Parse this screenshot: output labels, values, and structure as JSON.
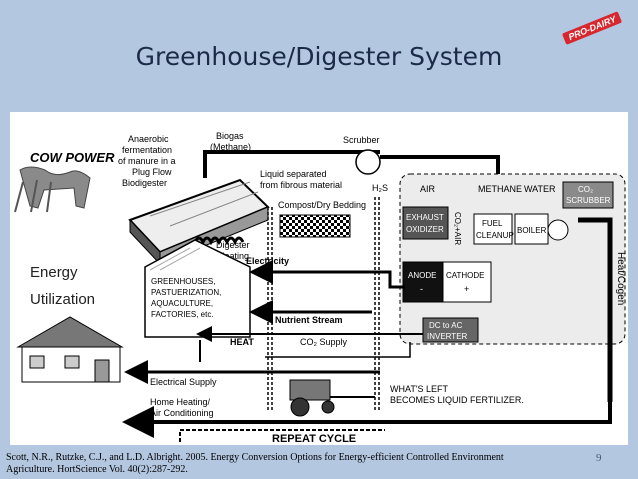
{
  "slide": {
    "title": "Greenhouse/Digester System",
    "logo_text": "PRO-DAIRY",
    "citation_line1": "Scott, N.R., Rutzke, C.J., and L.D. Albright. 2005. Energy Conversion Options for Energy-efficient Controlled Environment",
    "citation_line2": "Agriculture. HortScience Vol. 40(2):287-292.",
    "page_number": "9"
  },
  "diagram": {
    "cow_power": "COW POWER",
    "anaerobic_1": "Anaerobic",
    "anaerobic_2": "fermentation",
    "anaerobic_3": "of manure in a",
    "anaerobic_4": "Plug Flow",
    "anaerobic_5": "Biodigester",
    "biogas_1": "Biogas",
    "biogas_2": "(Methane)",
    "scrubber": "Scrubber",
    "liquid_1": "Liquid separated",
    "liquid_2": "from fibrous material",
    "h2s": "H₂S",
    "compost": "Compost/Dry Bedding",
    "digester_heating_1": "Digester",
    "digester_heating_2": "Heating",
    "air": "AIR",
    "methane": "METHANE",
    "water": "WATER",
    "co2_scrubber_1": "CO₂",
    "co2_scrubber_2": "SCRUBBER",
    "exhaust_1": "EXHAUST",
    "exhaust_2": "OXIDIZER",
    "co2_air": "CO₂+AIR",
    "fuel_1": "FUEL",
    "fuel_2": "CLEANUP",
    "boiler": "BOILER",
    "anode": "ANODE",
    "anode_sign": "-",
    "cathode": "CATHODE",
    "cathode_sign": "+",
    "dc_ac_1": "DC to AC",
    "dc_ac_2": "INVERTER",
    "heat_cogen": "Heat/Cogen",
    "energy_1": "Energy",
    "energy_2": "Utilization",
    "electricity": "Electricity",
    "gh_1": "GREENHOUSES,",
    "gh_2": "PASTUERIZATION,",
    "gh_3": "AQUACULTURE,",
    "gh_4": "FACTORIES, etc.",
    "heat": "HEAT",
    "nutrient_stream": "Nutrient Stream",
    "co2_supply": "CO₂ Supply",
    "electrical_supply": "Electrical Supply",
    "home_heating_1": "Home Heating/",
    "home_heating_2": "Air Conditioning",
    "whats_left_1": "WHAT'S LEFT",
    "whats_left_2": "BECOMES LIQUID FERTILIZER.",
    "repeat_cycle": "REPEAT CYCLE"
  }
}
